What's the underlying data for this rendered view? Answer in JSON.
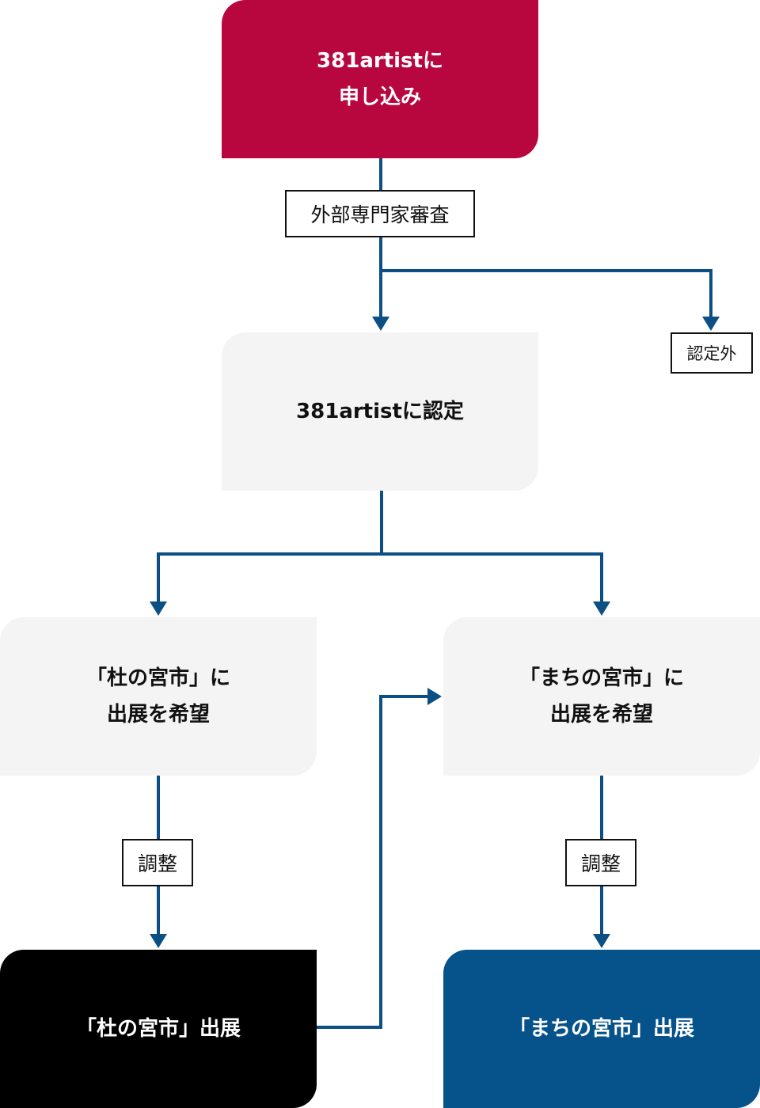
{
  "nodes": {
    "apply": {
      "lines": [
        "381artistに",
        "申し込み"
      ]
    },
    "certified": {
      "lines": [
        "381artistに認定"
      ]
    },
    "mori_hope": {
      "lines": [
        "「杜の宮市」に",
        "出展を希望"
      ]
    },
    "machi_hope": {
      "lines": [
        "「まちの宮市」に",
        "出展を希望"
      ]
    },
    "mori_exhibit": {
      "lines": [
        "「杜の宮市」出展"
      ]
    },
    "machi_exhibit": {
      "lines": [
        "「まちの宮市」出展"
      ]
    }
  },
  "edge_labels": {
    "review": "外部専門家審査",
    "not_certified": "認定外",
    "adjust_left": "調整",
    "adjust_right": "調整"
  },
  "colors": {
    "apply": "#b8063f",
    "light_box": "#f4f4f4",
    "mori_exhibit": "#000000",
    "machi_exhibit": "#06528a",
    "connector": "#0b4f84"
  }
}
